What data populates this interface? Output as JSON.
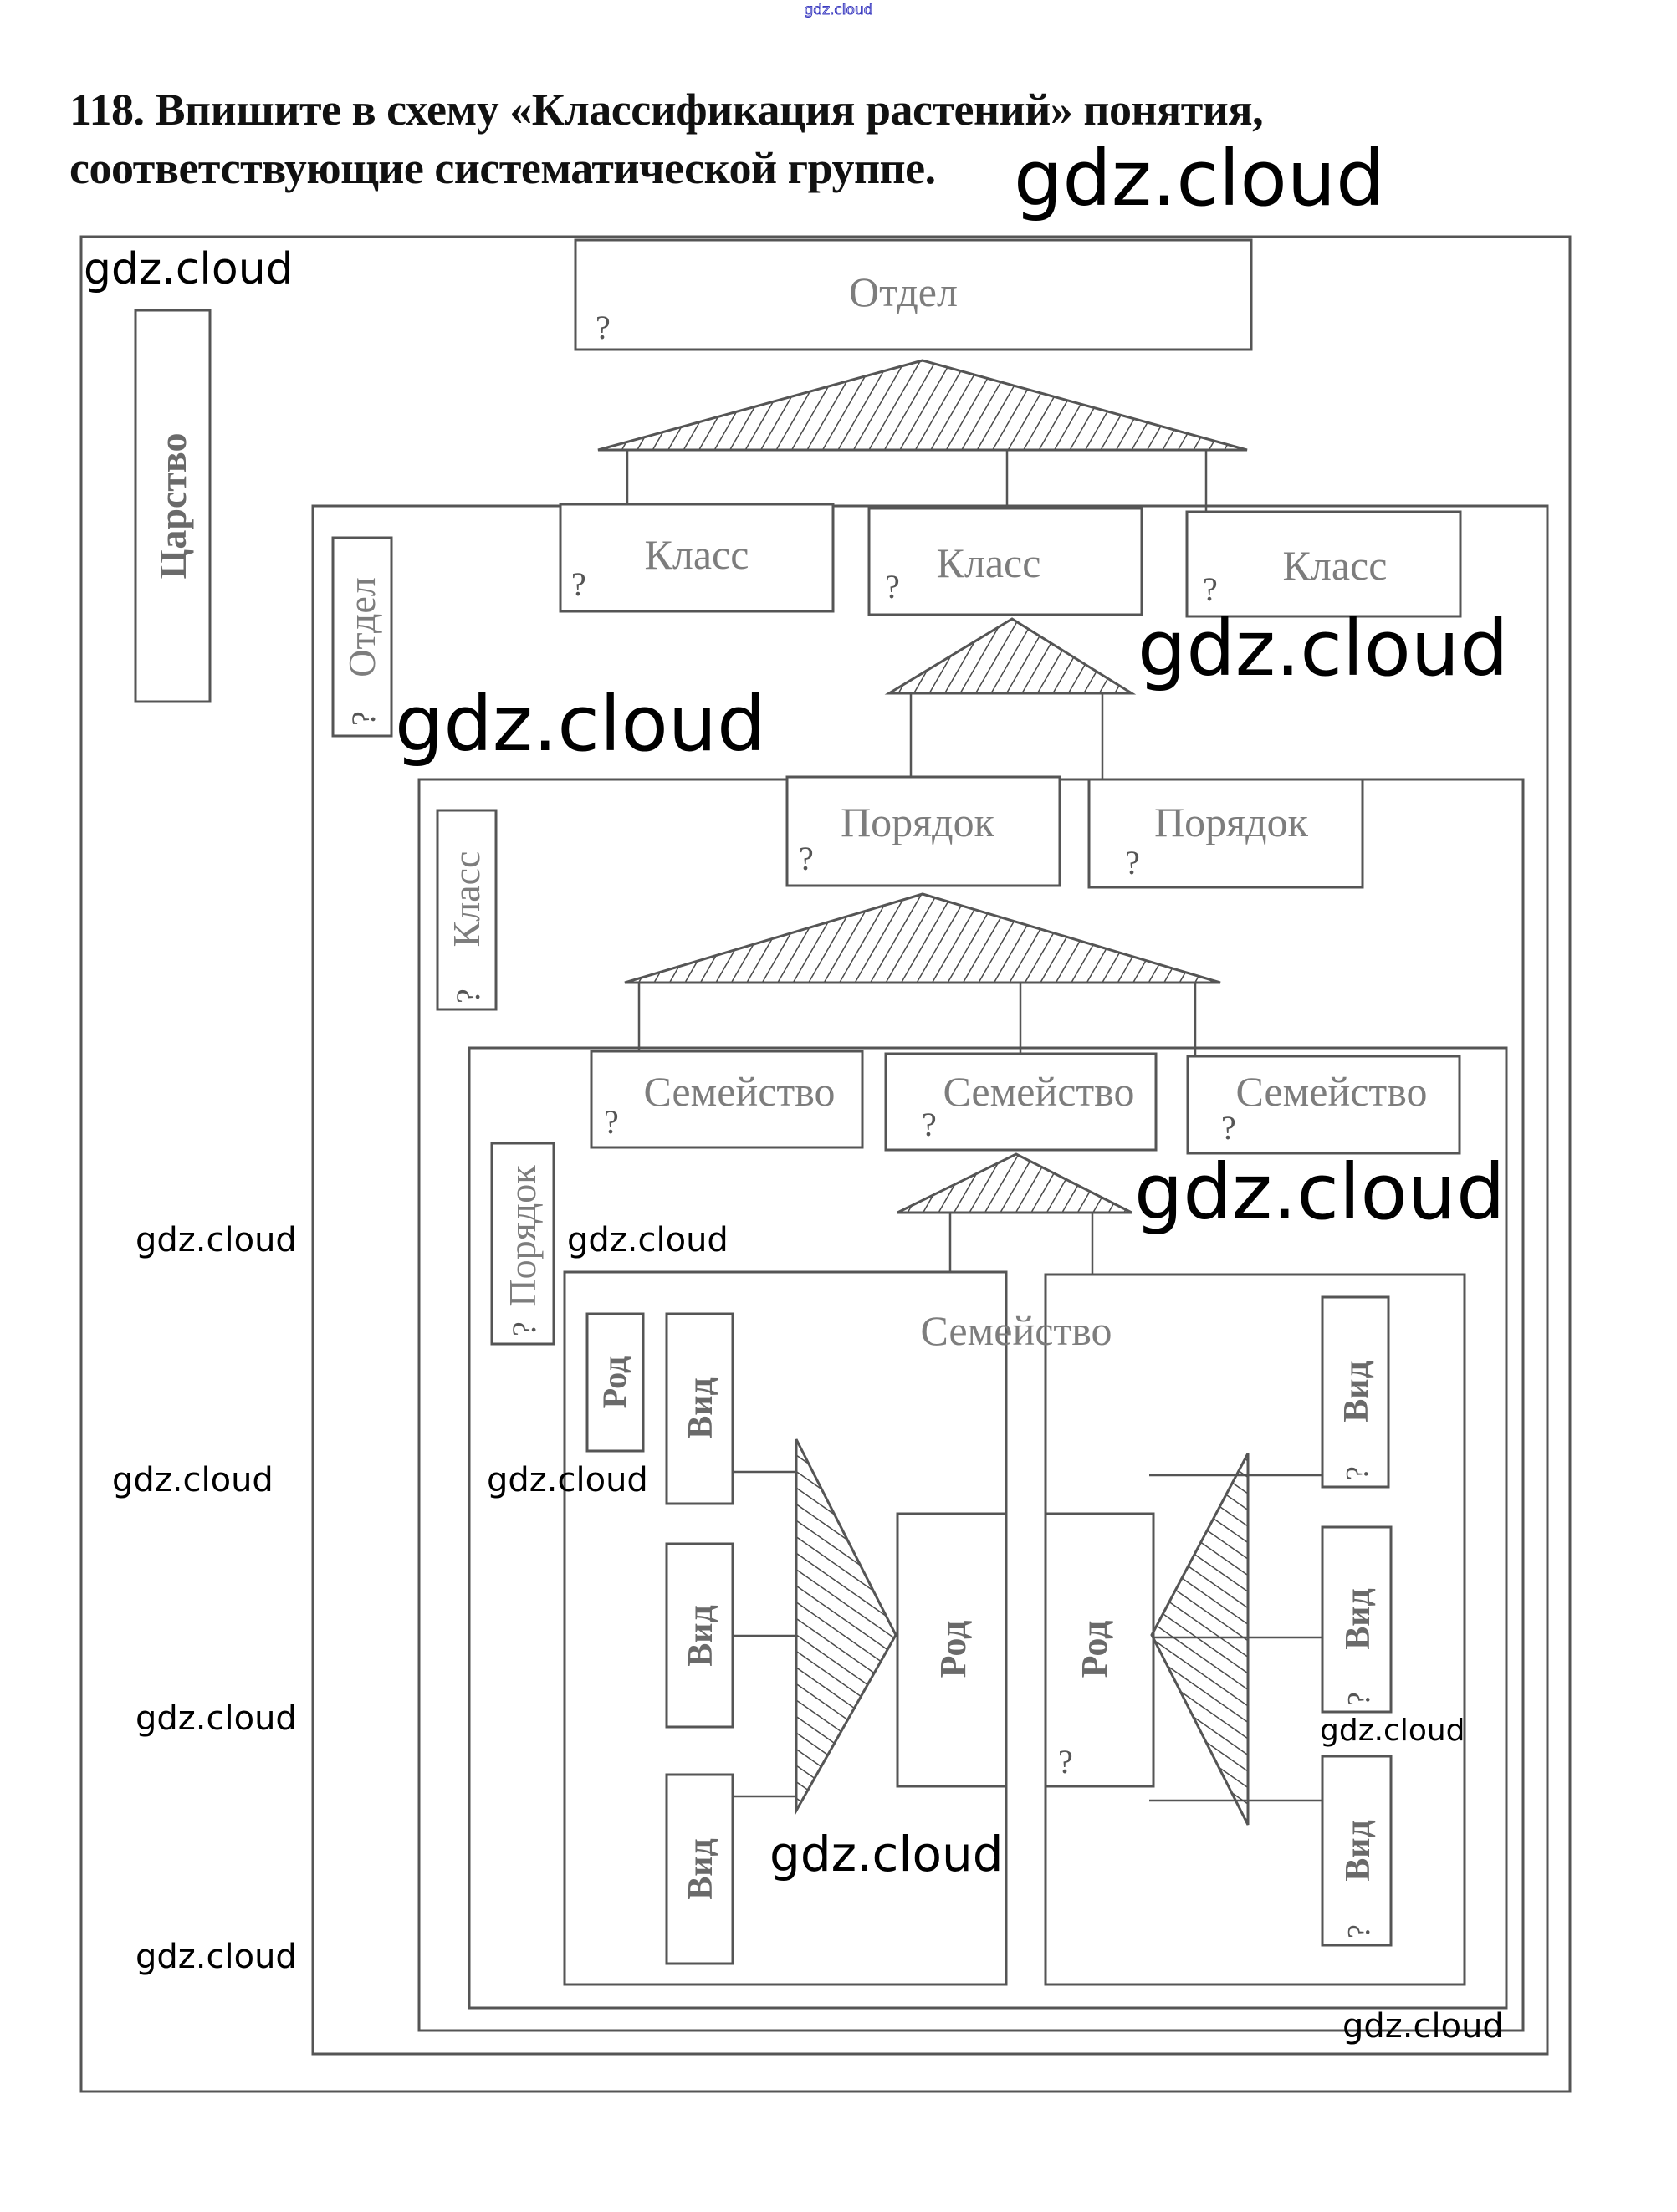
{
  "header": {
    "top_watermark": "gdz.cloud",
    "title_line1": "118. Впишите в схему «Классификация растений» понятия,",
    "title_line2": "соответствующие систематической группе."
  },
  "watermarks": [
    "gdz.cloud",
    "gdz.cloud",
    "gdz.cloud",
    "gdz.cloud",
    "gdz.cloud",
    "gdz.cloud",
    "gdz.cloud",
    "gdz.cloud",
    "gdz.cloud",
    "gdz.cloud",
    "gdz.cloud",
    "gdz.cloud",
    "gdz.cloud",
    "gdz.cloud"
  ],
  "diagram": {
    "title": "Классификация растений",
    "question_mark": "?",
    "kingdom": {
      "label": "Царство"
    },
    "division_top": {
      "label": "Отдел"
    },
    "division_side": {
      "label": "Отдел"
    },
    "classes": [
      {
        "label": "Класс"
      },
      {
        "label": "Класс"
      },
      {
        "label": "Класс"
      }
    ],
    "class_side": {
      "label": "Класс"
    },
    "orders": [
      {
        "label": "Порядок"
      },
      {
        "label": "Порядок"
      }
    ],
    "order_side": {
      "label": "Порядок"
    },
    "families": [
      {
        "label": "Семейство"
      },
      {
        "label": "Семейство"
      },
      {
        "label": "Семейство"
      }
    ],
    "family_inner": {
      "label": "Семейство"
    },
    "genus_small": {
      "label": "Род"
    },
    "genus_left": {
      "label": "Род"
    },
    "genus_right": {
      "label": "Род"
    },
    "species_left": [
      {
        "label": "Вид"
      },
      {
        "label": "Вид"
      },
      {
        "label": "Вид"
      }
    ],
    "species_right": [
      {
        "label": "Вид"
      },
      {
        "label": "Вид"
      },
      {
        "label": "Вид"
      }
    ],
    "colors": {
      "line": "#555555",
      "hatch": "#4a4a4a",
      "label": "#7d7d7d"
    }
  }
}
